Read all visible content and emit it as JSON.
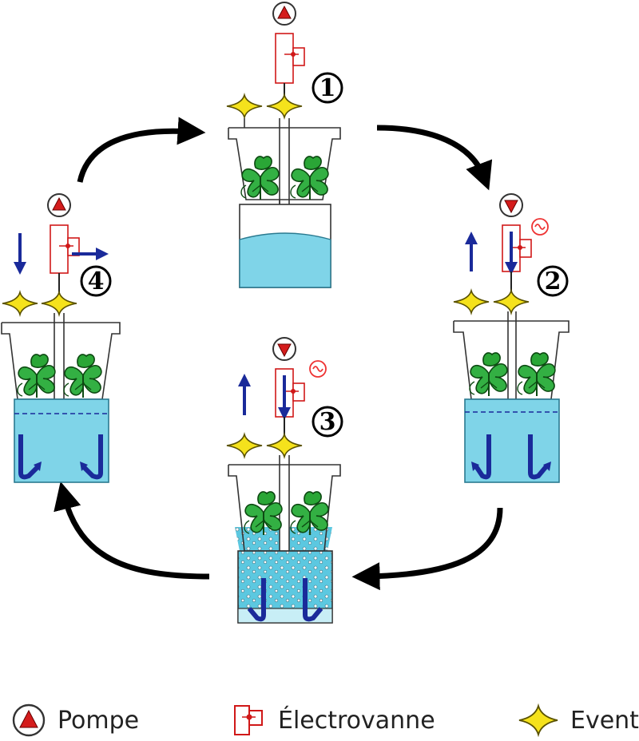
{
  "steps": [
    {
      "number": "1"
    },
    {
      "number": "2"
    },
    {
      "number": "3"
    },
    {
      "number": "4"
    }
  ],
  "legend": {
    "pump": "Pompe",
    "valve": "Électrovanne",
    "vent": "Event"
  },
  "colors": {
    "pump": "#cc1111",
    "valve": "#d01818",
    "vent": "#f5e21c",
    "water": "#7fd4e8",
    "arrow_flow": "#1a2a9a",
    "plant": "#2aa636",
    "cycle_arrow": "#000000"
  },
  "icons": {
    "pump": "pump-icon",
    "valve": "solenoid-valve-icon",
    "vent": "vent-star-icon"
  }
}
